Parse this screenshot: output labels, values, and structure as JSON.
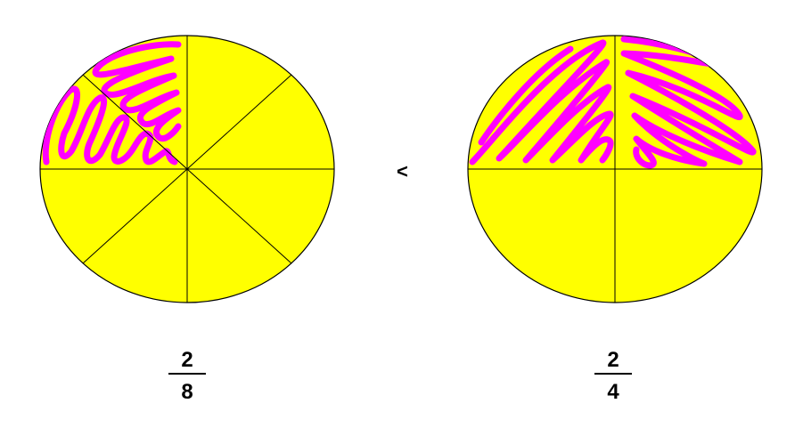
{
  "colors": {
    "circle_fill": "#FFFF00",
    "shading": "#FF00FF",
    "line": "#000000",
    "background": "#FFFFFF"
  },
  "comparison": {
    "symbol": "<"
  },
  "fractions": [
    {
      "id": "left",
      "numerator": "2",
      "denominator": "8",
      "parts": 8,
      "shaded_parts": 2
    },
    {
      "id": "right",
      "numerator": "2",
      "denominator": "4",
      "parts": 4,
      "shaded_parts": 2
    }
  ]
}
